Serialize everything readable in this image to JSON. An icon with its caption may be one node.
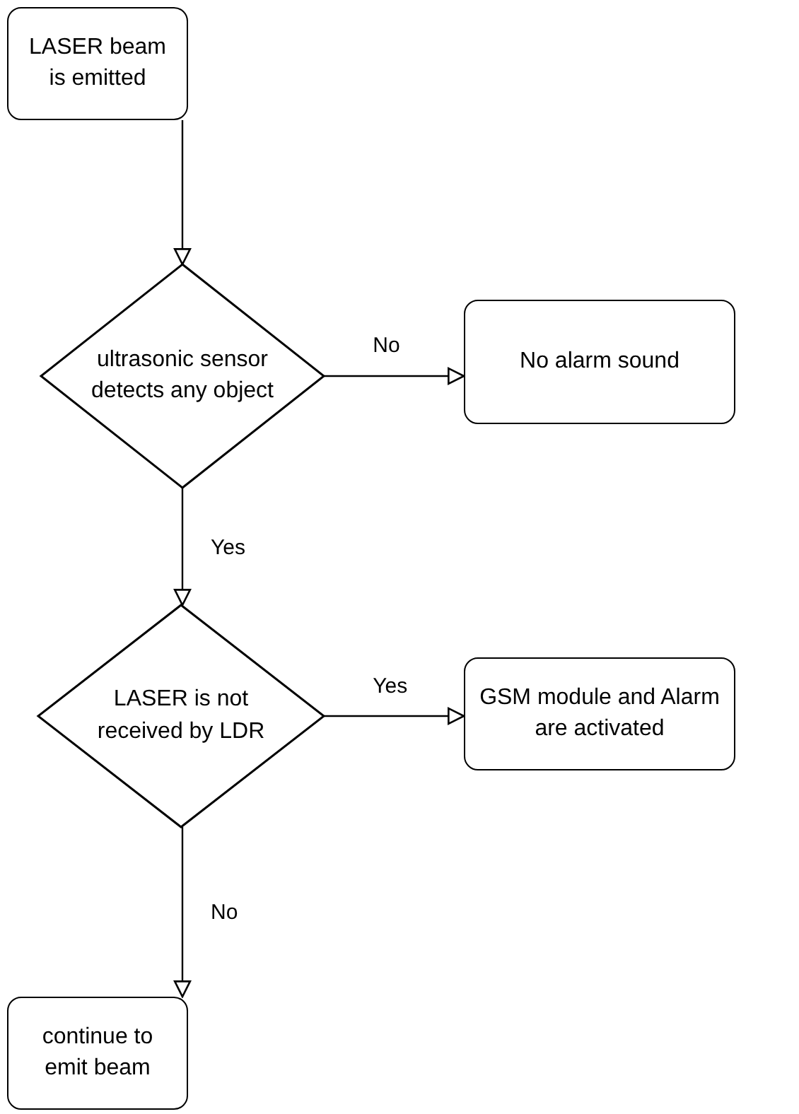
{
  "diagram": {
    "nodes": [
      {
        "text": [
          "LASER beam is emitted"
        ]
      },
      {
        "text": [
          "ultrasonic sensor detects any object"
        ]
      },
      {
        "text": [
          "No alarm sound"
        ]
      },
      {
        "text": [
          "LASER is not received by LDR"
        ]
      },
      {
        "text": [
          "GSM module and Alarm are activated"
        ]
      },
      {
        "text": [
          "continue to emit beam"
        ]
      }
    ],
    "edges": [
      {
        "from": 0,
        "to": 1,
        "arrow": "to"
      },
      {
        "from": 1,
        "to": 2,
        "arrow": "to",
        "label": "No"
      },
      {
        "from": 1,
        "to": 3,
        "arrow": "to",
        "label": "Yes"
      },
      {
        "from": 3,
        "to": 4,
        "arrow": "to",
        "label": "Yes"
      },
      {
        "from": 3,
        "to": 5,
        "arrow": "to",
        "label": "No"
      }
    ]
  }
}
